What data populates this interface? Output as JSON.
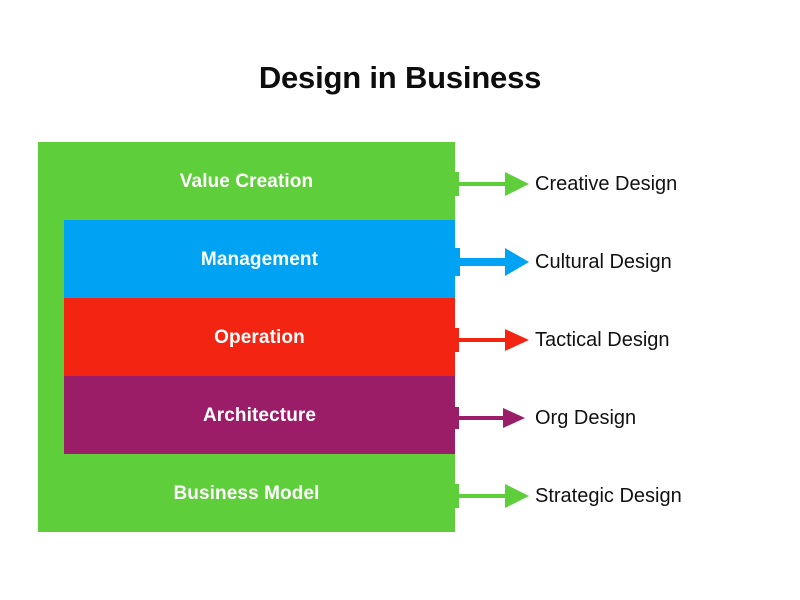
{
  "title": "Design in Business",
  "colors": {
    "green": "#5fce3b",
    "blue": "#00a2f3",
    "red": "#f32412",
    "purple": "#9b1d68",
    "label_text": "#111111",
    "block_text": "#ffffff",
    "background": "#ffffff",
    "title_text": "#0d0d0d"
  },
  "stack": {
    "bands": [
      {
        "label": "Value Creation",
        "color": "#5fce3b",
        "level": "outer"
      },
      {
        "label": "Management",
        "color": "#00a2f3",
        "level": "inner"
      },
      {
        "label": "Operation",
        "color": "#f32412",
        "level": "inner"
      },
      {
        "label": "Architecture",
        "color": "#9b1d68",
        "level": "inner"
      },
      {
        "label": "Business Model",
        "color": "#5fce3b",
        "level": "outer"
      }
    ]
  },
  "outputs": [
    {
      "label": "Creative Design",
      "color": "#5fce3b",
      "arrow": "arrow-right-icon",
      "weight": "thin"
    },
    {
      "label": "Cultural Design",
      "color": "#00a2f3",
      "arrow": "arrow-right-icon",
      "weight": "thick"
    },
    {
      "label": "Tactical Design",
      "color": "#f32412",
      "arrow": "arrow-right-icon",
      "weight": "thin"
    },
    {
      "label": "Org Design",
      "color": "#9b1d68",
      "arrow": "arrow-right-icon",
      "weight": "thin"
    },
    {
      "label": "Strategic Design",
      "color": "#5fce3b",
      "arrow": "arrow-right-icon",
      "weight": "thin"
    }
  ]
}
